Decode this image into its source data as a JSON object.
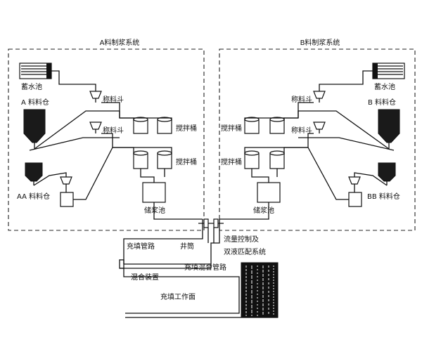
{
  "systems": {
    "a_title": "A料制浆系统",
    "b_title": "B料制浆系统"
  },
  "labels": {
    "a_water": "蓄水池",
    "a_silo": "A 料料仓",
    "a_hopper1": "称料斗",
    "a_hopper2": "称料斗",
    "a_mixer1": "搅拌桶",
    "a_mixer2": "搅拌桶",
    "aa_silo": "AA 料料仓",
    "a_storage": "储浆池",
    "b_water": "蓄水池",
    "b_silo": "B 料料仓",
    "b_hopper1": "称料斗",
    "b_hopper2": "称料斗",
    "b_mixer1": "搅拌桶",
    "b_mixer2": "搅拌桶",
    "bb_silo": "BB 料料仓",
    "b_storage": "储浆池",
    "flow_control_1": "流量控制及",
    "flow_control_2": "双液匹配系统",
    "fill_pipe": "充填管路",
    "shaft": "井筒",
    "mixed_pipe": "充填混合管路",
    "mixer_device": "混合装置",
    "work_face": "充填工作面"
  }
}
